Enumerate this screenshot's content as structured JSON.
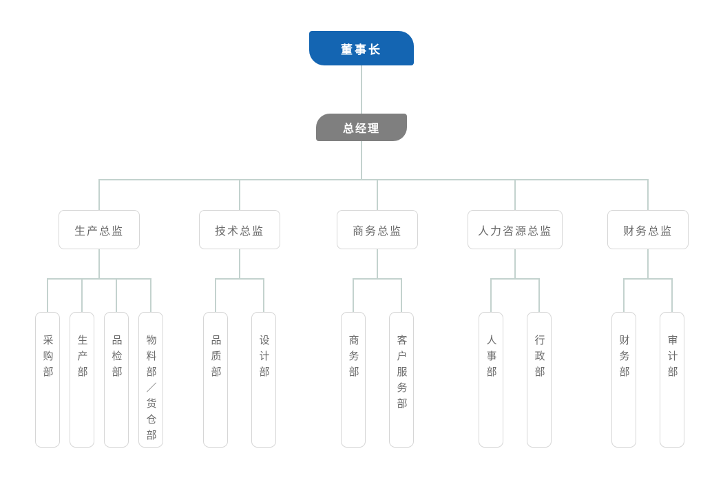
{
  "chart": {
    "chairman_label": "董事长",
    "gm_label": "总经理",
    "groups": [
      {
        "director": "生产总监",
        "departments": [
          "采购部",
          "生产部",
          "品检部",
          "物料部／货仓部"
        ]
      },
      {
        "director": "技术总监",
        "departments": [
          "品质部",
          "设计部"
        ]
      },
      {
        "director": "商务总监",
        "departments": [
          "商务部",
          "客户服务部"
        ]
      },
      {
        "director": "人力咨源总监",
        "departments": [
          "人事部",
          "行政部"
        ]
      },
      {
        "director": "财务总监",
        "departments": [
          "财务部",
          "审计部"
        ]
      }
    ],
    "colors": {
      "chairman-bg": "#1465b2",
      "gm-bg": "#7f7f7f",
      "connector": "#c3d2ce",
      "box-border": "#d6d6d6",
      "box-text": "#6a6a6a",
      "top-text": "#ffffff"
    }
  }
}
